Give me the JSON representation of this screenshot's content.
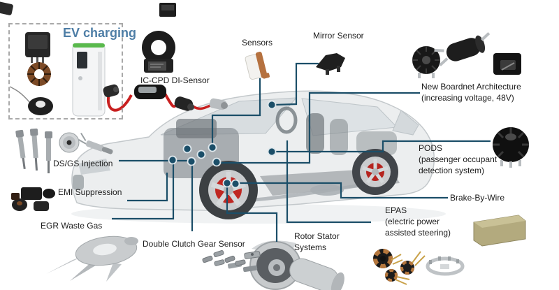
{
  "diagram": {
    "title_area": {
      "ev_charging": "EV charging"
    },
    "labels": {
      "ic_cpd": "IC-CPD DI-Sensor",
      "sensors": "Sensors",
      "mirror_sensor": "Mirror Sensor",
      "boardnet": [
        "New Boardnet Architecture",
        "(increasing voltage, 48V)"
      ],
      "pods": [
        "PODS",
        "(passenger occupant",
        "detection system)"
      ],
      "brake_by_wire": "Brake-By-Wire",
      "epas": [
        "EPAS",
        "(electric power",
        "assisted steering)"
      ],
      "rotor_stator": [
        "Rotor Stator",
        "Systems"
      ],
      "double_clutch": "Double Clutch Gear Sensor",
      "egr": "EGR Waste Gas",
      "emi": "EMI Suppression",
      "dsgs": "DS/GS Injection"
    },
    "icons": {
      "ev_box": [
        "ev-connector-icon",
        "copper-toroid-icon",
        "ring-sensor-icon",
        "ev-charging-station-icon"
      ],
      "scene": [
        "ic-cpd-sensor-icon",
        "charge-cable-icon",
        "pressure-sensor-icon",
        "mirror-sensor-icon",
        "boardnet-toroid-icon",
        "boardnet-capacitor-icon",
        "boardnet-relay-icon",
        "pods-toroid-icon",
        "epas-module-icon",
        "steering-inductors-icon",
        "sensor-ring-icon",
        "rotor-stator-icon",
        "gear-sensor-parts-icon",
        "egr-valve-icon",
        "emi-components-icon",
        "fuel-injectors-icon",
        "pulley-icon",
        "glow-plug-icon",
        "car-illustration"
      ]
    },
    "colors": {
      "connector_line": "#1b4e68",
      "dot_fill": "#1b4e68",
      "ev_title": "#4e7ea6",
      "red_cable": "#c81f1f",
      "label_text": "#1c1c1c"
    }
  }
}
